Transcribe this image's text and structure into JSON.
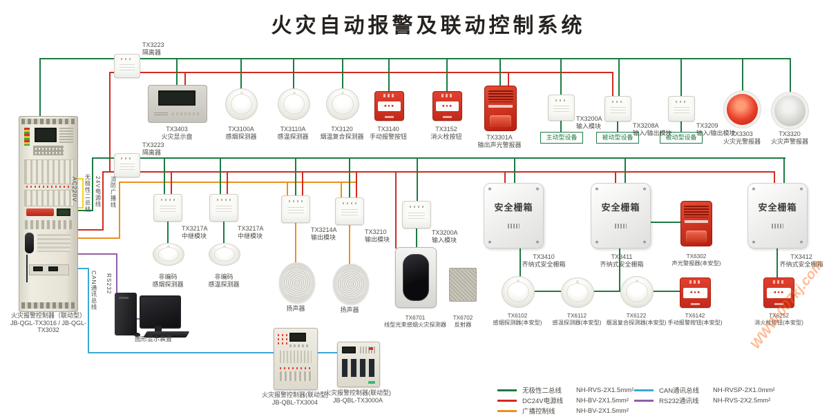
{
  "title": "火灾自动报警及联动控制系统",
  "watermark": "WWW.007kj.com",
  "barrier_box_text": "安全栅箱",
  "tags": {
    "active": "主动型设备",
    "passive": "被动型设备"
  },
  "wire_labels": {
    "ac220v": "AC220V",
    "bus": "无极性二总线",
    "dc24v": "24V电源线",
    "broadcast": "消防广播线",
    "can": "CAN通讯总线",
    "rs232": "RS232"
  },
  "d": {
    "iso1": {
      "model": "TX3223",
      "desc": "隔离器"
    },
    "disp": {
      "model": "TX3403",
      "desc": "火灾显示盘"
    },
    "sm1": {
      "model": "TX3100A",
      "desc": "感烟探测器"
    },
    "ht1": {
      "model": "TX3110A",
      "desc": "感温探测器"
    },
    "cb1": {
      "model": "TX3120",
      "desc": "烟温复合探测器"
    },
    "mcp1": {
      "model": "TX3140",
      "desc": "手动报警按钮"
    },
    "hyd1": {
      "model": "TX3152",
      "desc": "消火栓按钮"
    },
    "snd1": {
      "model": "TX3301A",
      "desc": "输出声光警报器"
    },
    "in1": {
      "model": "TX3200A",
      "desc": "输入模块"
    },
    "io1": {
      "model": "TX3208A",
      "desc": "输入/输出模块"
    },
    "io2": {
      "model": "TX3209",
      "desc": "输入/输出模块"
    },
    "bcn1": {
      "model": "TX3303",
      "desc": "火灾光警报器"
    },
    "bcn2": {
      "model": "TX3320",
      "desc": "火灾声警报器"
    },
    "iso2": {
      "model": "TX3223",
      "desc": "隔离器"
    },
    "rpt1": {
      "model": "TX3217A",
      "desc": "中继模块"
    },
    "rpt2": {
      "model": "TX3217A",
      "desc": "中继模块"
    },
    "nsm": {
      "model": "非编码",
      "desc": "感烟探测器"
    },
    "nht": {
      "model": "非编码",
      "desc": "感温探测器"
    },
    "out1": {
      "model": "TX3214A",
      "desc": "输出模块"
    },
    "out2": {
      "model": "TX3210",
      "desc": "输出模块"
    },
    "spk1": {
      "desc": "扬声器"
    },
    "spk2": {
      "desc": "扬声器"
    },
    "in2": {
      "model": "TX3200A",
      "desc": "输入模块"
    },
    "beam": {
      "model": "TX6701",
      "desc": "线型光束感烟火灾探测器"
    },
    "refl": {
      "model": "TX6702",
      "desc": "反射器"
    },
    "bar1": {
      "model": "TX3410",
      "desc": "齐纳式安全栅箱"
    },
    "bar2": {
      "model": "TX3411",
      "desc": "齐纳式安全栅箱"
    },
    "bar3": {
      "model": "TX3412",
      "desc": "齐纳式安全栅箱"
    },
    "snd2": {
      "model": "TX6302",
      "desc": "声光警报器(本安型)"
    },
    "is1": {
      "model": "TX6102",
      "desc": "感烟探测器(本安型)"
    },
    "is2": {
      "model": "TX6112",
      "desc": "感温探测器(本安型)"
    },
    "is3": {
      "model": "TX6122",
      "desc": "烟温复合探测器(本安型)"
    },
    "is4": {
      "model": "TX6142",
      "desc": "手动报警按钮(本安型)"
    },
    "is5": {
      "model": "TX6252",
      "desc": "消火栓按钮(本安型)"
    },
    "pc": {
      "desc": "图形显示装置"
    },
    "ctrl2": {
      "model": "火灾报警控制器(联动型)",
      "desc": "JB-QBL-TX3004"
    },
    "ctrl3": {
      "model": "火灾报警控制器(联动型)",
      "desc": "JB-QBL-TX3000A"
    },
    "cab": {
      "model": "火灾报警控制器（联动型）",
      "desc": "JB-QGL-TX3016 / JB-QGL-TX3032"
    }
  },
  "legend": {
    "bus": {
      "label": "无极性二总线",
      "spec": "NH-RVS-2X1.5mm²"
    },
    "dc24v": {
      "label": "DC24V电源线",
      "spec": "NH-BV-2X1.5mm²"
    },
    "bc": {
      "label": "广播控制线",
      "spec": "NH-BV-2X1.5mm²"
    },
    "can": {
      "label": "CAN通讯总线",
      "spec": "NH-RVSP-2X1.0mm²"
    },
    "rs": {
      "label": "RS232通讯线",
      "spec": "NH-RVS-2X2.5mm²"
    }
  },
  "colors": {
    "bus_green": "#1b7a41",
    "power_red": "#cf2b1e",
    "broadcast_orange": "#ec8f1d",
    "ac_yellow": "#f0d520",
    "can_cyan": "#3aa8d8",
    "rs232_purple": "#8f5fa7"
  }
}
